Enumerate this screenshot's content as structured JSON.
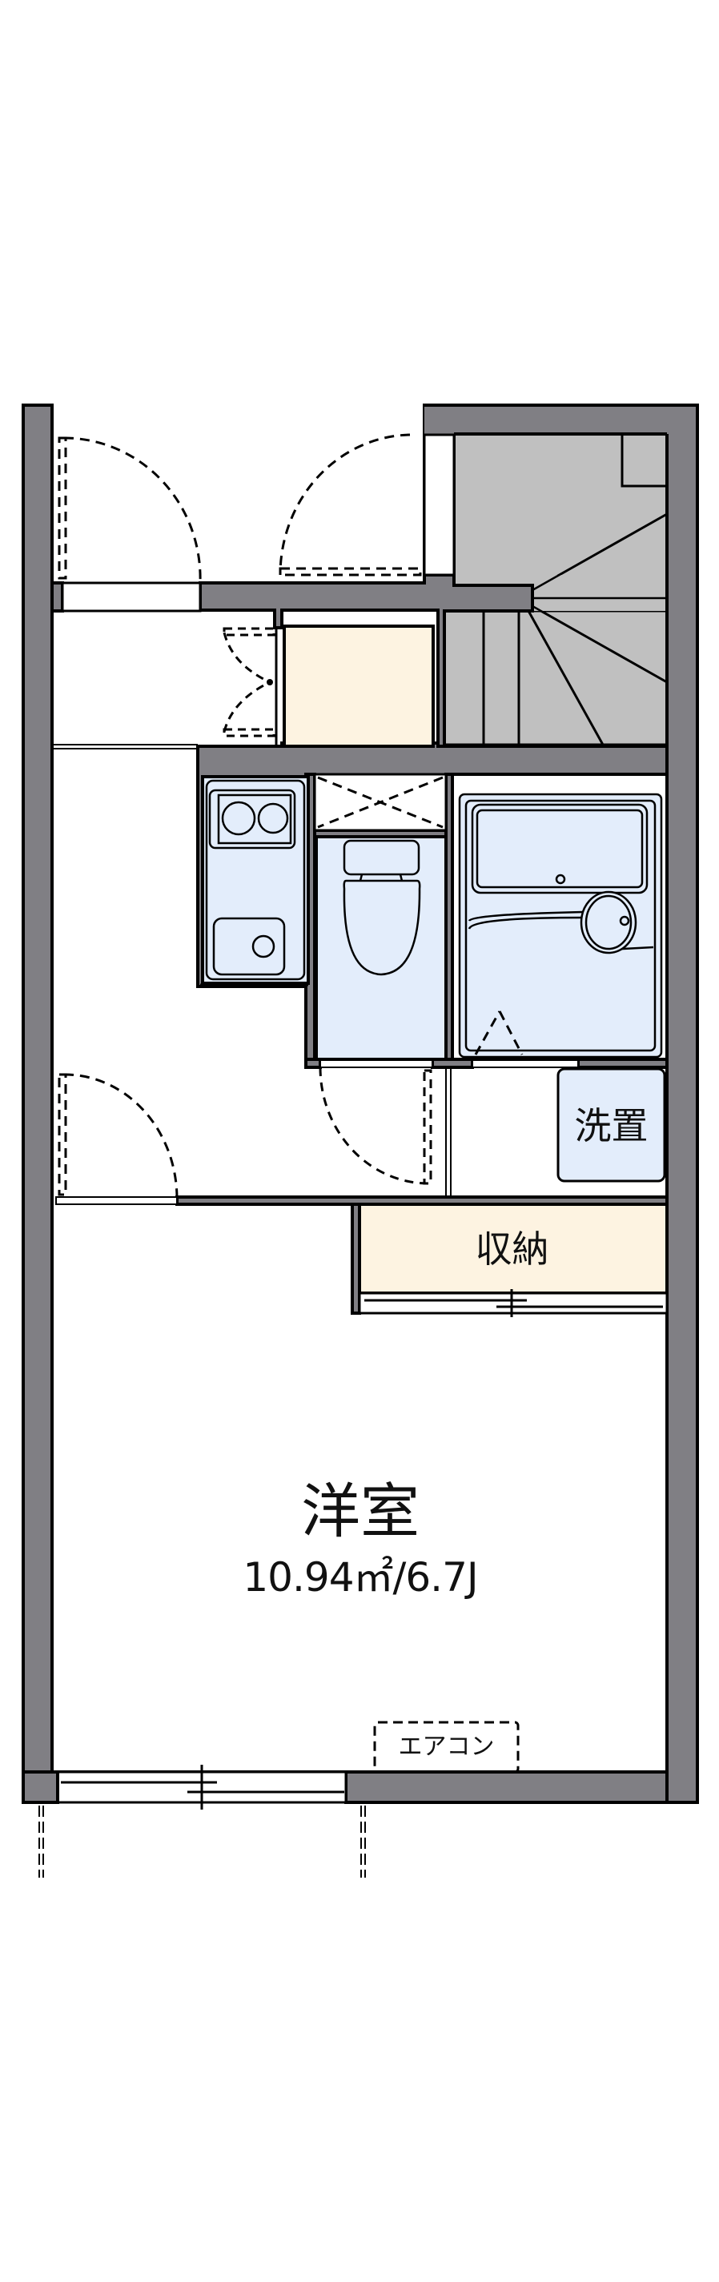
{
  "floorplan": {
    "rooms": {
      "western_room": {
        "name": "洋室",
        "area": "10.94㎡/6.7J"
      },
      "storage": {
        "name": "収納"
      },
      "washer_space": {
        "name": "洗置"
      },
      "air_conditioner": {
        "name": "エアコン"
      }
    },
    "colors": {
      "wall": "#807f84",
      "stair": "#c0c0c0",
      "storage_fill": "#fdf3e1",
      "wet_area_fill": "#e3edfb",
      "line": "#000000",
      "background": "#ffffff"
    }
  }
}
